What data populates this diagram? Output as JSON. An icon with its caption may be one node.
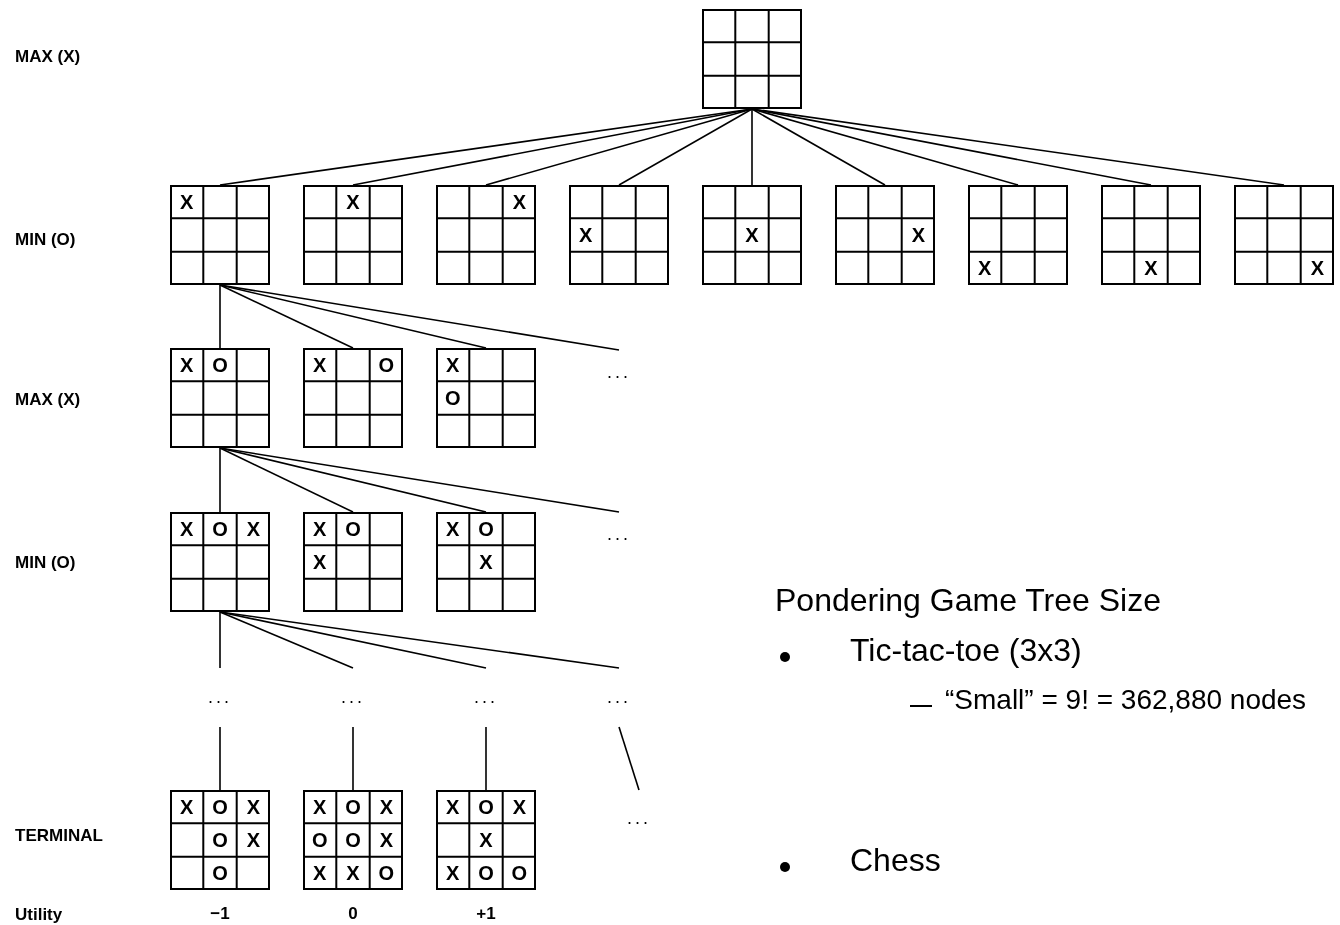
{
  "diagram": {
    "nodes": [
      {
        "text": [],
        "shape": "box"
      },
      {
        "text": [],
        "shape": "box"
      },
      {
        "text": [
          "X"
        ],
        "in": 1
      },
      {
        "text": [],
        "shape": "box"
      },
      {
        "text": [
          "X"
        ],
        "in": 3
      },
      {
        "text": [],
        "shape": "box"
      },
      {
        "text": [
          "X"
        ],
        "in": 5
      },
      {
        "text": [],
        "shape": "box"
      },
      {
        "text": [
          "X"
        ],
        "in": 7
      },
      {
        "text": [],
        "shape": "box"
      },
      {
        "text": [
          "X"
        ],
        "in": 9
      },
      {
        "text": [],
        "shape": "box"
      },
      {
        "text": [
          "X"
        ],
        "in": 11
      },
      {
        "text": [],
        "shape": "box"
      },
      {
        "text": [
          "X"
        ],
        "in": 13
      },
      {
        "text": [],
        "shape": "box"
      },
      {
        "text": [
          "X"
        ],
        "in": 15
      },
      {
        "text": [],
        "shape": "box"
      },
      {
        "text": [
          "X"
        ],
        "in": 17
      },
      {
        "text": [],
        "shape": "box"
      },
      {
        "text": [
          "X"
        ],
        "in": 19
      },
      {
        "text": [
          "O"
        ],
        "in": 19
      },
      {
        "text": [],
        "shape": "box"
      },
      {
        "text": [
          "X"
        ],
        "in": 22
      },
      {
        "text": [
          "O"
        ],
        "in": 22
      },
      {
        "text": [],
        "shape": "box"
      },
      {
        "text": [
          "X"
        ],
        "in": 25
      },
      {
        "text": [
          "O"
        ],
        "in": 25
      },
      {
        "text": [
          "..."
        ]
      },
      {
        "text": [],
        "shape": "box"
      },
      {
        "text": [
          "X"
        ],
        "in": 29
      },
      {
        "text": [
          "O"
        ],
        "in": 29
      },
      {
        "text": [
          "X"
        ],
        "in": 29
      },
      {
        "text": [],
        "shape": "box"
      },
      {
        "text": [
          "X"
        ],
        "in": 33
      },
      {
        "text": [
          "O"
        ],
        "in": 33
      },
      {
        "text": [
          "X"
        ],
        "in": 33
      },
      {
        "text": [],
        "shape": "box"
      },
      {
        "text": [
          "X"
        ],
        "in": 37
      },
      {
        "text": [
          "O"
        ],
        "in": 37
      },
      {
        "text": [
          "X"
        ],
        "in": 37
      },
      {
        "text": [
          "..."
        ]
      },
      {
        "text": [
          "..."
        ]
      },
      {
        "text": [
          "..."
        ]
      },
      {
        "text": [
          "..."
        ]
      },
      {
        "text": [
          "..."
        ]
      },
      {
        "text": [],
        "shape": "box",
        "beside": [
          "−1"
        ]
      },
      {
        "text": [
          "X"
        ],
        "in": 46
      },
      {
        "text": [
          "O"
        ],
        "in": 46
      },
      {
        "text": [
          "X"
        ],
        "in": 46
      },
      {
        "text": [
          "O"
        ],
        "in": 46
      },
      {
        "text": [
          "X"
        ],
        "in": 46
      },
      {
        "text": [
          "O"
        ],
        "in": 46
      },
      {
        "text": [],
        "shape": "box",
        "beside": [
          "0"
        ]
      },
      {
        "text": [
          "X"
        ],
        "in": 53
      },
      {
        "text": [
          "O"
        ],
        "in": 53
      },
      {
        "text": [
          "X"
        ],
        "in": 53
      },
      {
        "text": [
          "O"
        ],
        "in": 53
      },
      {
        "text": [
          "O"
        ],
        "in": 53
      },
      {
        "text": [
          "X"
        ],
        "in": 53
      },
      {
        "text": [
          "X"
        ],
        "in": 53
      },
      {
        "text": [
          "X"
        ],
        "in": 53
      },
      {
        "text": [
          "O"
        ],
        "in": 53
      },
      {
        "text": [],
        "shape": "box",
        "beside": [
          "+1"
        ]
      },
      {
        "text": [
          "X"
        ],
        "in": 63
      },
      {
        "text": [
          "O"
        ],
        "in": 63
      },
      {
        "text": [
          "X"
        ],
        "in": 63
      },
      {
        "text": [
          "X"
        ],
        "in": 63
      },
      {
        "text": [
          "X"
        ],
        "in": 63
      },
      {
        "text": [
          "O"
        ],
        "in": 63
      },
      {
        "text": [
          "O"
        ],
        "in": 63
      },
      {
        "text": [
          "..."
        ]
      }
    ],
    "edges": [
      {
        "from": 0,
        "to": 1,
        "arrow": "none"
      },
      {
        "from": 0,
        "to": 3,
        "arrow": "none"
      },
      {
        "from": 0,
        "to": 5,
        "arrow": "none"
      },
      {
        "from": 0,
        "to": 7,
        "arrow": "none"
      },
      {
        "from": 0,
        "to": 9,
        "arrow": "none"
      },
      {
        "from": 0,
        "to": 11,
        "arrow": "none"
      },
      {
        "from": 0,
        "to": 13,
        "arrow": "none"
      },
      {
        "from": 0,
        "to": 15,
        "arrow": "none"
      },
      {
        "from": 0,
        "to": 17,
        "arrow": "none"
      },
      {
        "from": 1,
        "to": 19,
        "arrow": "none"
      },
      {
        "from": 1,
        "to": 22,
        "arrow": "none"
      },
      {
        "from": 1,
        "to": 25,
        "arrow": "none"
      },
      {
        "from": 1,
        "to": 28,
        "arrow": "none"
      },
      {
        "from": 19,
        "to": 29,
        "arrow": "none"
      },
      {
        "from": 19,
        "to": 33,
        "arrow": "none"
      },
      {
        "from": 19,
        "to": 37,
        "arrow": "none"
      },
      {
        "from": 19,
        "to": 41,
        "arrow": "none"
      },
      {
        "from": 29,
        "to": 42,
        "arrow": "none"
      },
      {
        "from": 29,
        "to": 43,
        "arrow": "none"
      },
      {
        "from": 29,
        "to": 44,
        "arrow": "none"
      },
      {
        "from": 29,
        "to": 45,
        "arrow": "none"
      },
      {
        "from": 42,
        "to": 46,
        "arrow": "none"
      },
      {
        "from": 43,
        "to": 53,
        "arrow": "none"
      },
      {
        "from": 44,
        "to": 63,
        "arrow": "none"
      },
      {
        "from": 45,
        "to": 71,
        "arrow": "none"
      }
    ],
    "labels": [
      "MAX (X)",
      "MIN (O)",
      "MAX (X)",
      "MIN (O)",
      "TERMINAL",
      "Utility",
      "Pondering Game Tree Size",
      "Tic-tac-toe (3x3)",
      "“Small” = 9! = 362,880 nodes",
      "Chess"
    ]
  }
}
